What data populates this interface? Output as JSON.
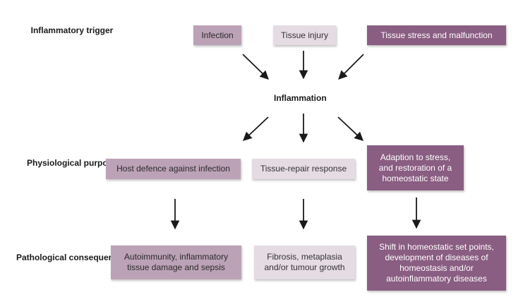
{
  "rows": {
    "trigger": "Inflammatory trigger",
    "purpose": "Physiological purpose",
    "consequences": "Pathological consequences"
  },
  "center": "Inflammation",
  "triggers": {
    "infection": "Infection",
    "injury": "Tissue injury",
    "stress": "Tissue stress and malfunction"
  },
  "purposes": {
    "host": "Host defence against infection",
    "repair": "Tissue-repair response",
    "adaption": "Adaption to stress, and restoration of a homeostatic state"
  },
  "consequences": {
    "auto": "Autoimmunity, inflammatory tissue damage and sepsis",
    "fibrosis": "Fibrosis, metaplasia and/or tumour growth",
    "shift": "Shift in homeostatic set points, development of diseases of homeostasis and/or autoinflammatory diseases"
  },
  "colors": {
    "light": "#e5dce3",
    "mid": "#bca2b7",
    "dark": "#8a5d82"
  }
}
